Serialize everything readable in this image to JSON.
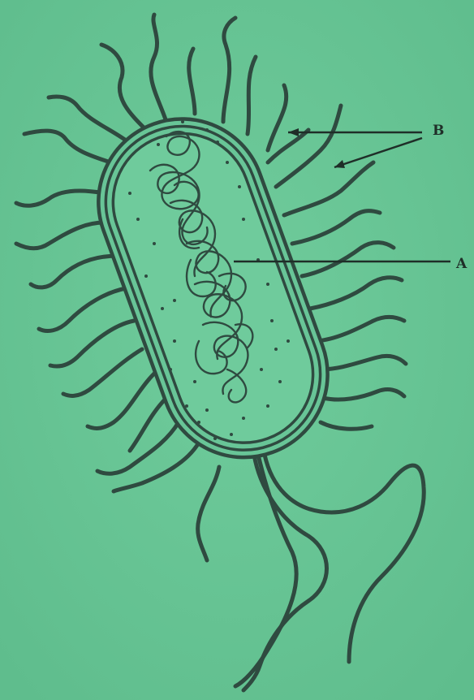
{
  "diagram": {
    "subject": "bacterial cell",
    "labels": {
      "a": "A",
      "b": "B"
    },
    "colors": {
      "background": "#66c595",
      "ink": "#2f4a40"
    }
  }
}
